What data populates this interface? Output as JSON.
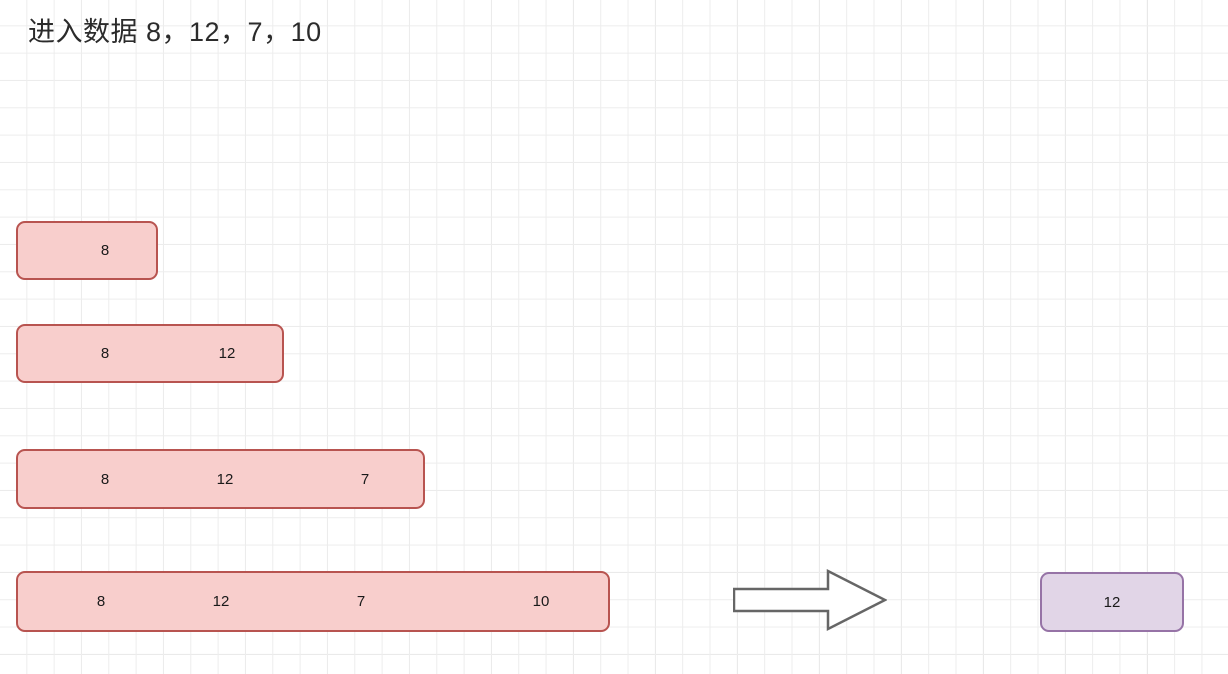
{
  "diagram": {
    "title": "进入数据 8，12，7，10",
    "background": {
      "minor_grid_color": "#ededed",
      "major_grid_color": "#d9d9d9",
      "page_color": "#ffffff"
    },
    "queue_box_style": {
      "fill": "#f8cecc",
      "stroke": "#b85450"
    },
    "result_box_style": {
      "fill": "#e1d5e7",
      "stroke": "#9673a6"
    },
    "arrow": {
      "icon": "block-arrow-right-icon",
      "stroke": "#666666",
      "fill": "#ffffff",
      "direction": "right"
    },
    "rows": [
      {
        "values": [
          "8"
        ]
      },
      {
        "values": [
          "8",
          "12"
        ]
      },
      {
        "values": [
          "8",
          "12",
          "7"
        ]
      },
      {
        "values": [
          "8",
          "12",
          "7",
          "10"
        ]
      }
    ],
    "result": {
      "value": "12"
    }
  }
}
